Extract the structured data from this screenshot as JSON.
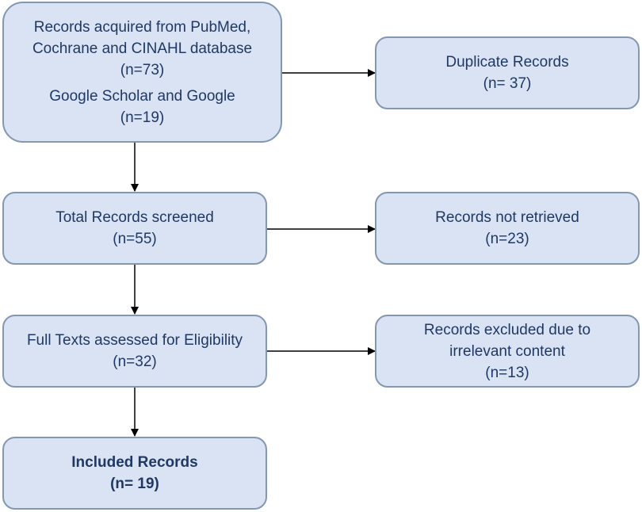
{
  "identification": {
    "line1": "Records acquired from PubMed,",
    "line2": "Cochrane and CINAHL database",
    "count1": "(n=73)",
    "line3": "Google Scholar and Google",
    "count2": "(n=19)"
  },
  "duplicates": {
    "label": "Duplicate Records",
    "count": "(n= 37)"
  },
  "screened": {
    "label": "Total Records screened",
    "count": "(n=55)"
  },
  "not_retrieved": {
    "label": "Records not retrieved",
    "count": "(n=23)"
  },
  "eligibility": {
    "label": "Full Texts assessed for Eligibility",
    "count": "(n=32)"
  },
  "excluded": {
    "line1": "Records excluded due to",
    "line2": "irrelevant content",
    "count": "(n=13)"
  },
  "included": {
    "label": "Included Records",
    "count": "(n= 19)"
  },
  "colors": {
    "box_fill": "#dae3f3",
    "box_border": "#8497b0",
    "text": "#1f3864",
    "arrow": "#000000"
  }
}
